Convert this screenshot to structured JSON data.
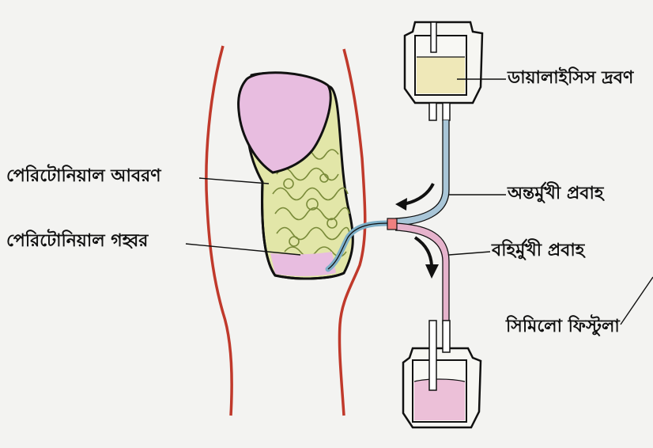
{
  "labels": {
    "dialysis_fluid": "ডায়ালাইসিস দ্রবণ",
    "peritoneal_membrane": "পেরিটোনিয়াল আবরণ",
    "inward_flow": "অন্তর্মুখী প্রবাহ",
    "peritoneal_cavity": "পেরিটোনিয়াল গহ্বর",
    "outward_flow": "বহির্মুখী প্রবাহ",
    "fistula": "সিমিলো ফিস্টুলা"
  },
  "colors": {
    "body_outline": "#c0392b",
    "cavity_pink": "#e8bde0",
    "intestine_yellow": "#e2e6a8",
    "fluid_yellow": "#efe8b8",
    "waste_pink": "#ecc0d8",
    "inflow_tube": "#a9c6d8",
    "outflow_tube": "#e6b3cc"
  }
}
